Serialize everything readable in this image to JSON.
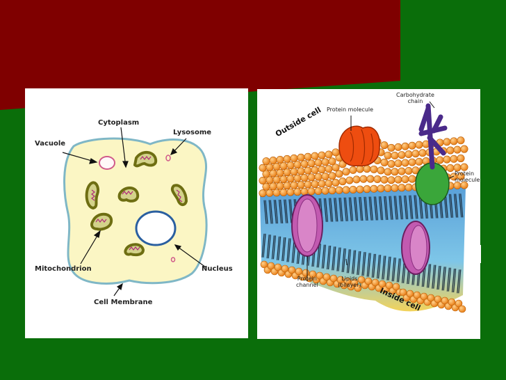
{
  "slide": {
    "colors": {
      "top_band": "#7f0000",
      "background": "#0a6e0a",
      "panel": "#ffffff"
    }
  },
  "cell_diagram": {
    "labels": {
      "cytoplasm": "Cytoplasm",
      "vacuole": "Vacuole",
      "lysosome": "Lysosome",
      "mitochondrion": "Mitochondrion",
      "nucleus": "Nucleus",
      "cell_membrane": "Cell Membrane"
    },
    "colors": {
      "cytoplasm_fill": "#fbf6c4",
      "membrane": "#7fb7c6",
      "mito_outer": "#6e6e12",
      "mito_fill": "#d3d28a",
      "cristae": "#b0287a",
      "nucleus": "#2a5fa0"
    }
  },
  "membrane_diagram": {
    "labels": {
      "carbohydrate_chain_1": "Carbohydrate",
      "carbohydrate_chain_2": "chain",
      "protein_molecule_top": "Protein molecule",
      "outside_cell": "Outside cell",
      "protein_molecule_right_1": "Protein",
      "protein_molecule_right_2": "molecule",
      "protein_channel_1": "Protein",
      "protein_channel_2": "channel",
      "lipids_1": "Lipids",
      "lipids_2": "(bilayer)",
      "inside_cell": "Inside cell"
    },
    "colors": {
      "lipid_head": "#f7941d",
      "channel": "#c25ab0",
      "green_protein": "#3aa63a",
      "orange_protein": "#ee4d10",
      "carbohydrate": "#4a2a8a"
    }
  }
}
